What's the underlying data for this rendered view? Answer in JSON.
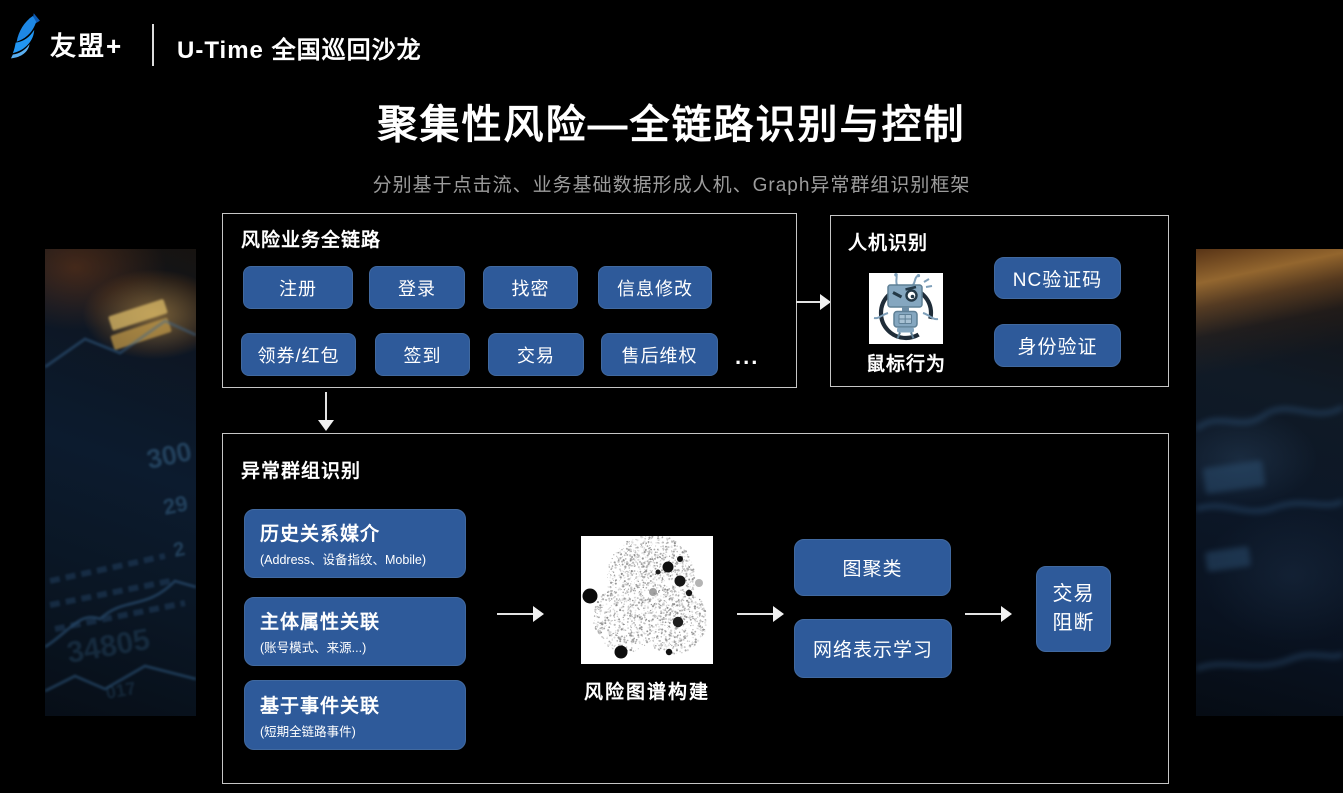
{
  "colors": {
    "button_blue": "#2e5a9a",
    "button_border": "#41699f",
    "panel_border": "#c6c6c6",
    "brand_blue": "#1e88e5"
  },
  "header": {
    "brand": "友盟+",
    "event_title": "U-Time 全国巡回沙龙"
  },
  "slide": {
    "title": "聚集性风险—全链路识别与控制",
    "subtitle": "分别基于点击流、业务基础数据形成人机、Graph异常群组识别框架"
  },
  "risk_chain": {
    "title": "风险业务全链路",
    "row1": [
      "注册",
      "登录",
      "找密",
      "信息修改"
    ],
    "row2": [
      "领券/红包",
      "签到",
      "交易",
      "售后维权"
    ],
    "more": "..."
  },
  "human_machine": {
    "title": "人机识别",
    "robot_caption": "鼠标行为",
    "captcha_button": "NC验证码",
    "identity_button": "身份验证"
  },
  "group_detection": {
    "title": "异常群组识别",
    "sources": [
      {
        "label": "历史关系媒介",
        "detail": "(Address、设备指纹、Mobile)"
      },
      {
        "label": "主体属性关联",
        "detail": "(账号模式、来源...)"
      },
      {
        "label": "基于事件关联",
        "detail": "(短期全链路事件)"
      }
    ],
    "graph_caption": "风险图谱构建",
    "methods": [
      "图聚类",
      "网络表示学习"
    ],
    "outcome": "交易阻断"
  }
}
